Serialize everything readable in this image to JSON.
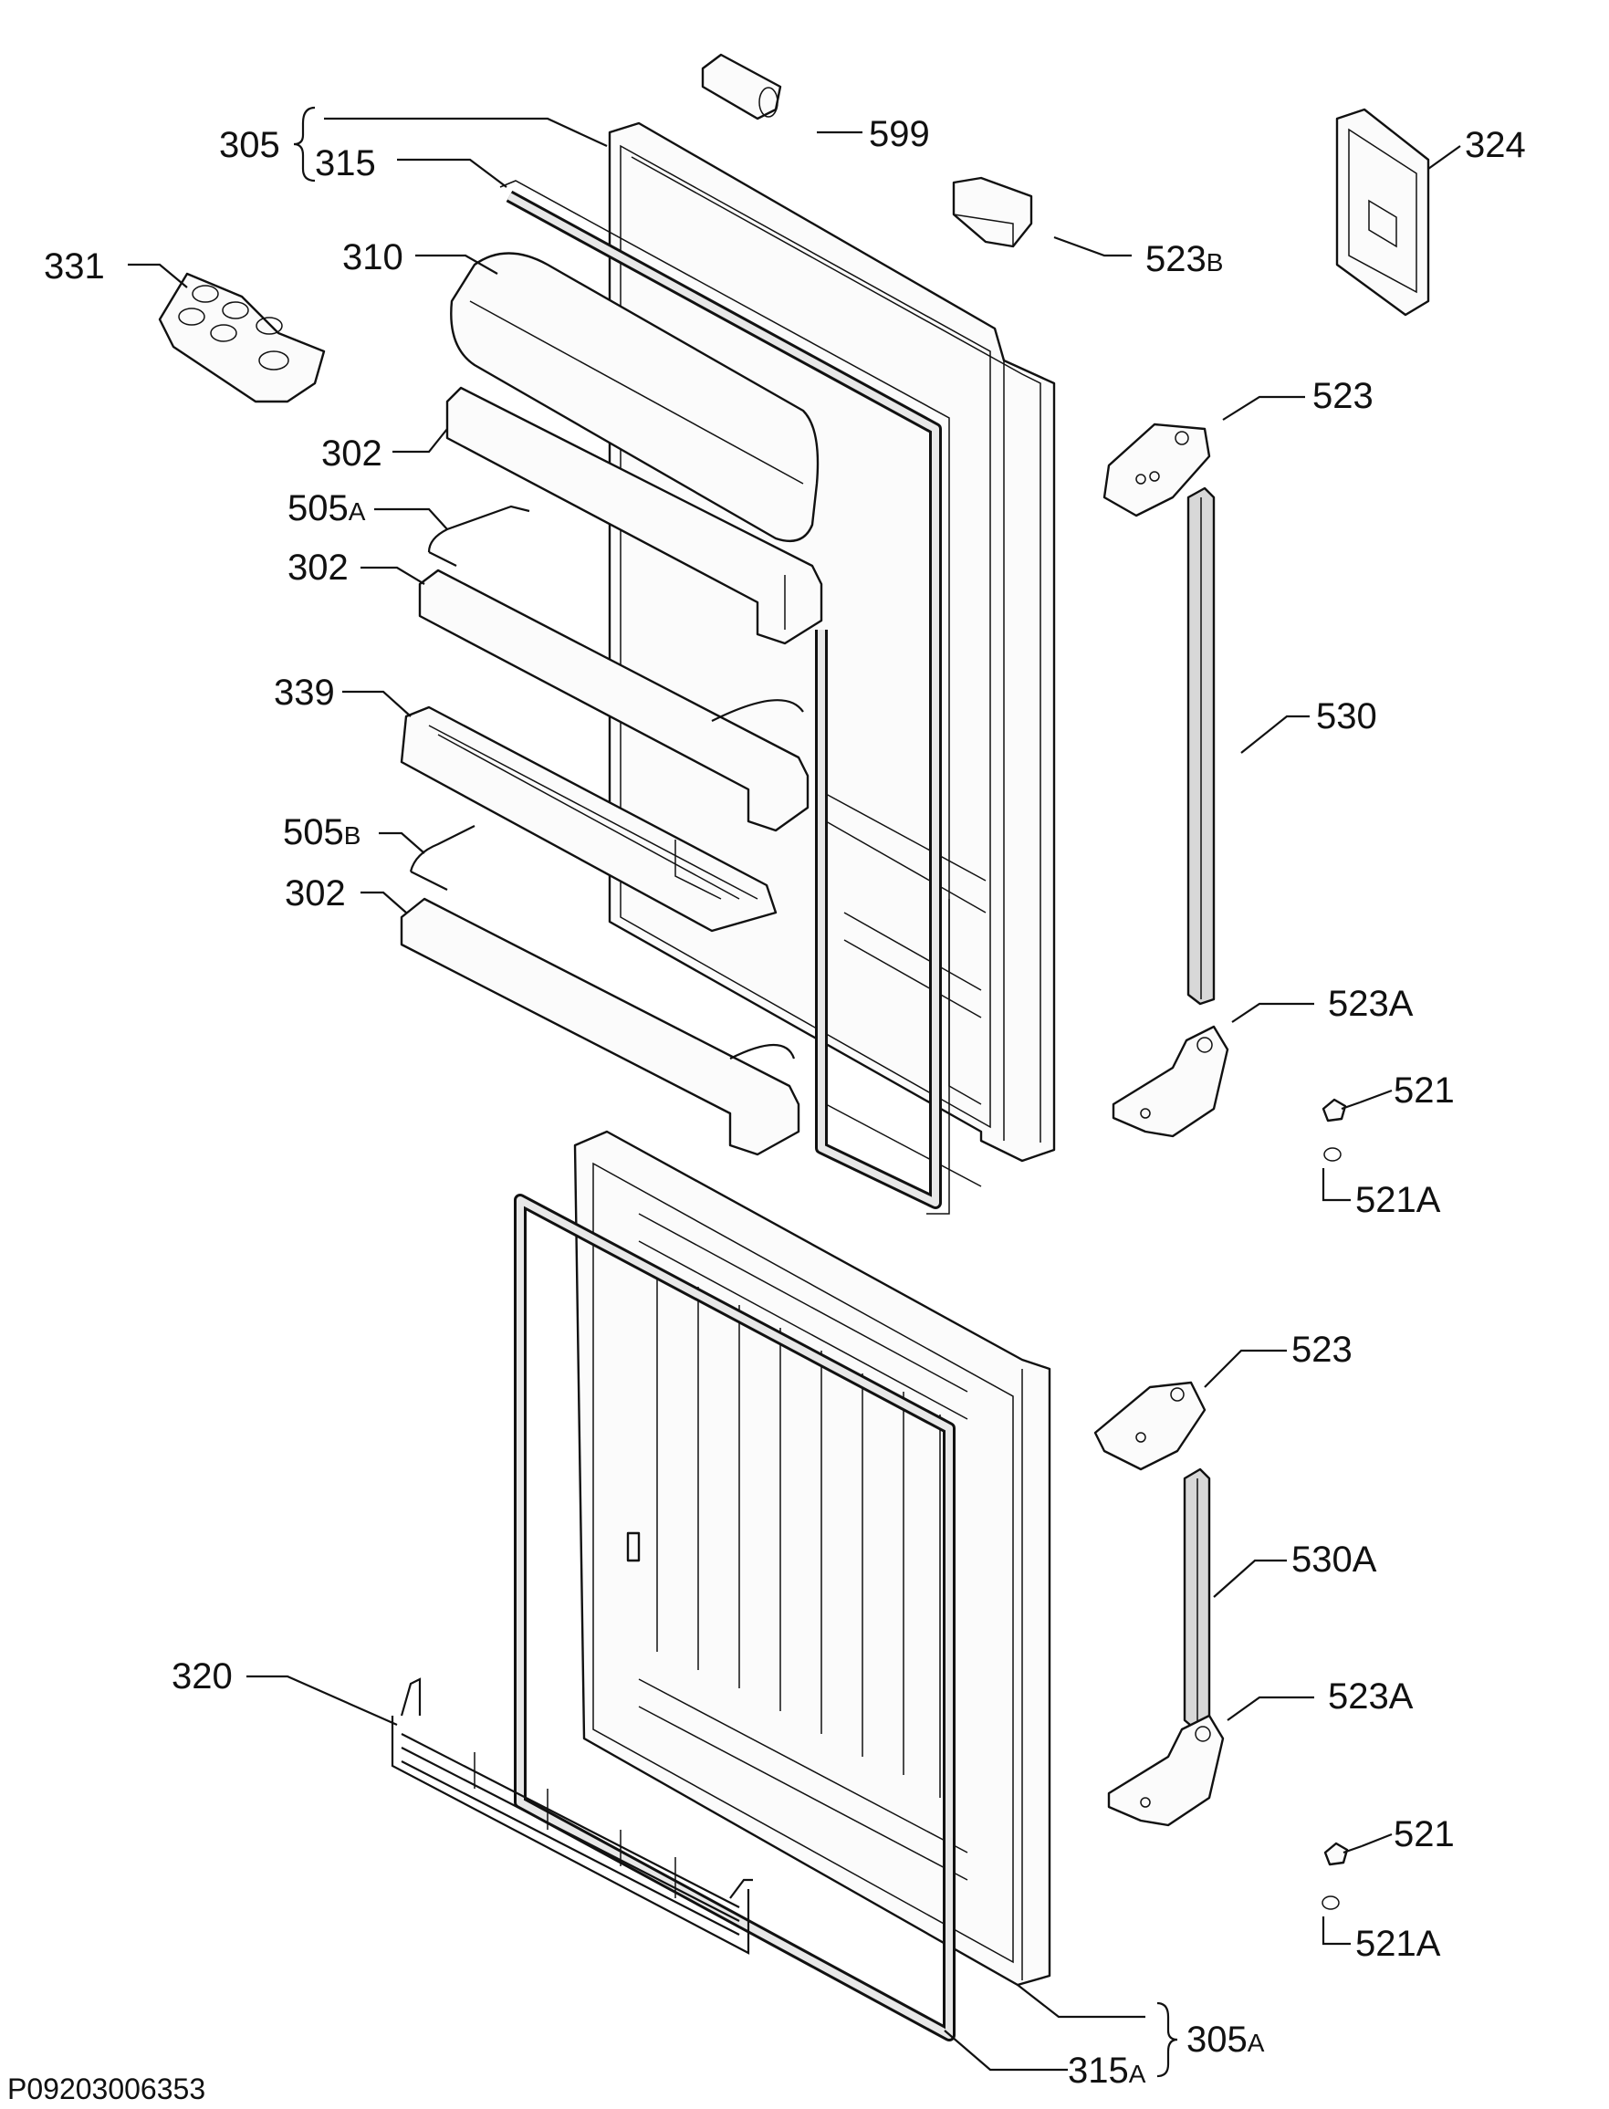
{
  "diagram": {
    "document_code": "P09203006353",
    "labels": {
      "l305": "305",
      "l315": "315",
      "l331": "331",
      "l310": "310",
      "l302a": "302",
      "l505A_num": "505",
      "l505A_suf": "A",
      "l302b": "302",
      "l339": "339",
      "l505B_num": "505",
      "l505B_suf": "B",
      "l302c": "302",
      "l320": "320",
      "l599": "599",
      "l324": "324",
      "l523B_num": "523",
      "l523B_suf": "B",
      "l523a": "523",
      "l530": "530",
      "l523A_1": "523A",
      "l521_1": "521",
      "l521A_1": "521A",
      "l523b": "523",
      "l530A": "530A",
      "l523A_2": "523A",
      "l521_2": "521",
      "l521A_2": "521A",
      "l315A_num": "315",
      "l315A_suf": "A",
      "l305A_num": "305",
      "l305A_suf": "A"
    }
  }
}
